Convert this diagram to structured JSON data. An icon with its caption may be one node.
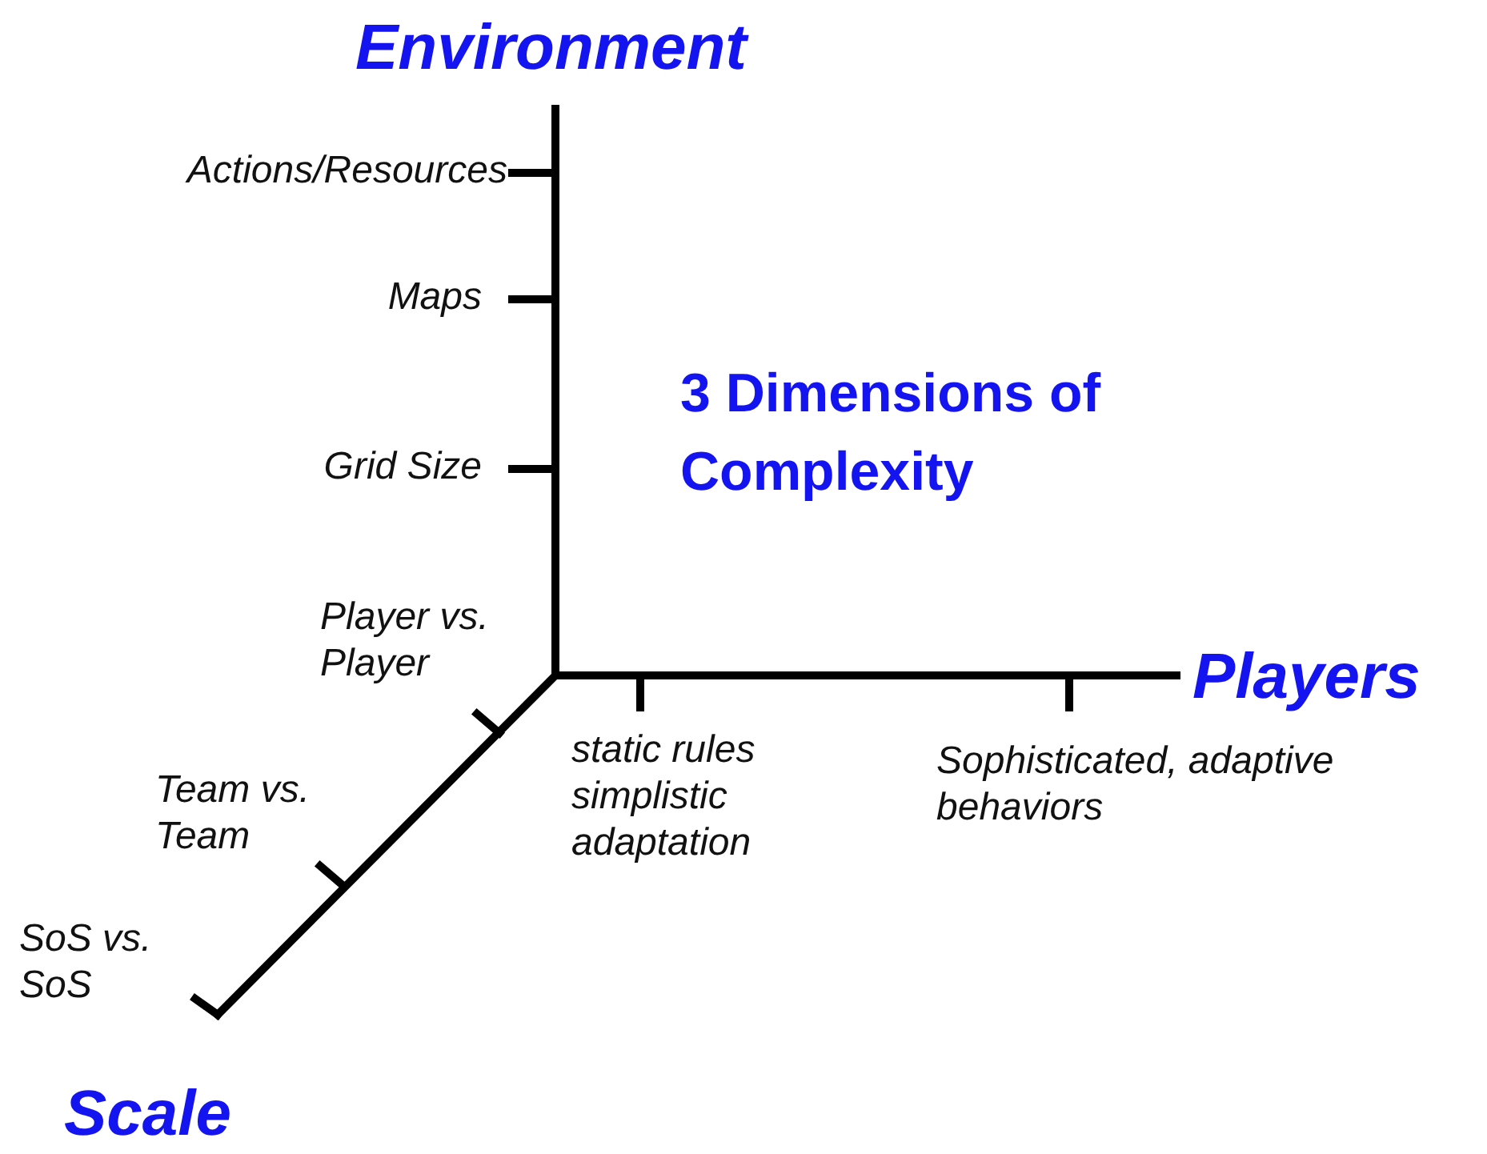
{
  "diagram": {
    "labels": [
      "Environment",
      "Actions/Resources",
      "Maps",
      "3 Dimensions of Complexity",
      "Grid Size",
      "Player vs. Player",
      "Players",
      "static rules simplistic adaptation",
      "Sophisticated, adaptive behaviors",
      "Team vs. Team",
      "SoS vs. SoS",
      "Scale"
    ]
  }
}
